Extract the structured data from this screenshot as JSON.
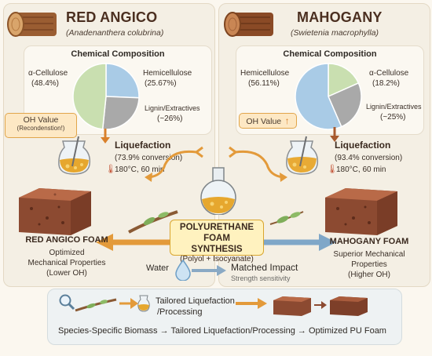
{
  "left": {
    "title": "RED ANGICO",
    "species": "(Anadenanthera colubrina)",
    "chem_title": "Chemical Composition",
    "cellulose_label": "α-Cellulose",
    "cellulose_value": "(48.4%)",
    "hemicellulose_label": "Hemicellulose",
    "hemicellulose_value": "(25.67%)",
    "lignin_label": "Lignin/Extractives",
    "lignin_value": "(~26%)",
    "oh_label": "OH Value",
    "oh_note": "(Recondenstion!)",
    "liq_title": "Liquefaction",
    "liq_conv": "(73.9% conversion)",
    "liq_cond": "180°C, 60 min",
    "foam_title": "RED ANGICO FOAM",
    "foam_desc_1": "Optimized",
    "foam_desc_2": "Mechanical Properties",
    "foam_desc_3": "(Lower OH)",
    "pie": {
      "cellulose": 48.4,
      "hemicellulose": 25.67,
      "lignin": 26
    }
  },
  "right": {
    "title": "MAHOGANY",
    "species": "(Swietenia macrophylla)",
    "chem_title": "Chemical Composition",
    "hemicellulose_label": "Hemicellulose",
    "hemicellulose_value": "(56.11%)",
    "cellulose_label": "α-Cellulose",
    "cellulose_value": "(18.2%)",
    "lignin_label": "Lignin/Extractives",
    "lignin_value": "(~25%)",
    "oh_label": "OH Value",
    "liq_title": "Liquefaction",
    "liq_conv": "(93.4% conversion)",
    "liq_cond": "180°C, 60 min",
    "foam_title": "MAHOGANY FOAM",
    "foam_desc_1": "Superior Mechanical",
    "foam_desc_2": "Properties",
    "foam_desc_3": "(Higher OH)",
    "pie": {
      "hemicellulose": 56.11,
      "cellulose": 18.2,
      "lignin": 25
    }
  },
  "center": {
    "title_1": "POLYURETHANE FOAM",
    "title_2": "SYNTHESIS",
    "subtitle": "(Polyol + Isocyanate)",
    "water": "Water",
    "matched": "Matched Impact",
    "strength": "Strength sensitivity"
  },
  "bottom": {
    "tailored_1": "Tailored Liquefaction",
    "tailored_2": "/Processing",
    "summary": "Species-Specific Biomass → Tailored Liquefaction/Processing → Optimized PU Foam"
  },
  "colors": {
    "cellulose": "#a9cbe6",
    "hemicellulose": "#c9dfb0",
    "lignin": "#a9a9a9",
    "accent_orange": "#e39a3a",
    "foam_brown": "#9b4f35"
  }
}
